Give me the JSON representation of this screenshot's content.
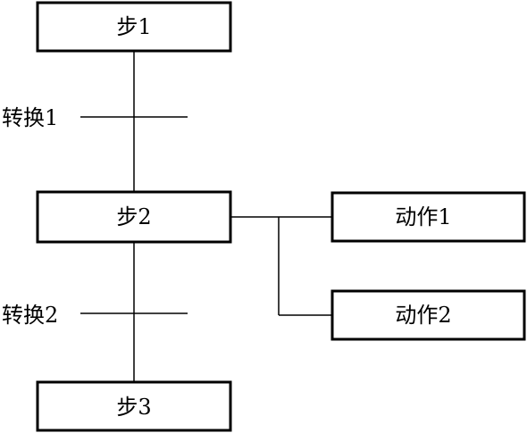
{
  "steps": {
    "step1": "步1",
    "step2": "步2",
    "step3": "步3"
  },
  "transitions": {
    "t1": "转换1",
    "t2": "转换2"
  },
  "actions": {
    "a1": "动作1",
    "a2": "动作2"
  }
}
